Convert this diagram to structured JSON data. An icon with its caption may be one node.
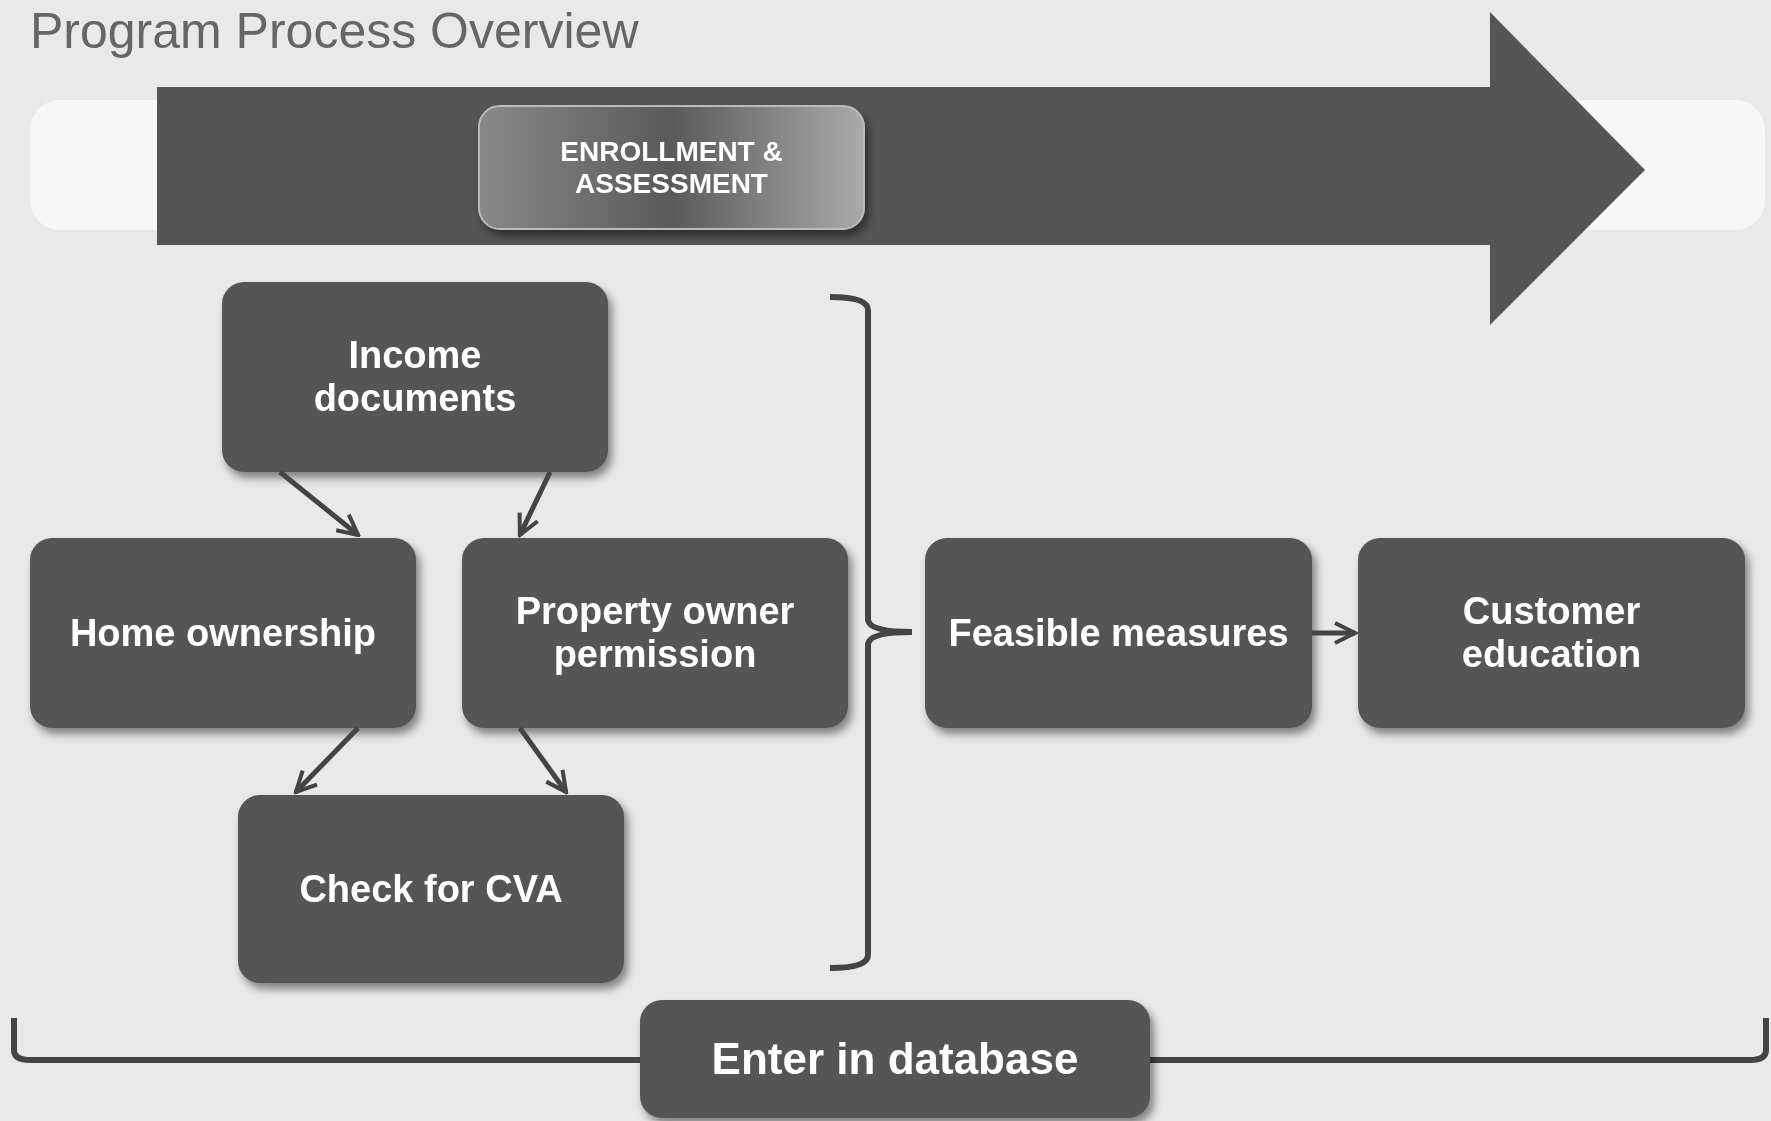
{
  "diagram": {
    "title": "Program Process Overview",
    "nodes": [
      {
        "text": [
          "ENROLLMENT & ASSESSMENT"
        ]
      },
      {
        "text": [
          "Income documents"
        ]
      },
      {
        "text": [
          "Home ownership"
        ]
      },
      {
        "text": [
          "Property owner permission"
        ]
      },
      {
        "text": [
          "Check for CVA"
        ]
      },
      {
        "text": [
          "Feasible measures"
        ]
      },
      {
        "text": [
          "Customer education"
        ]
      },
      {
        "text": [
          "Enter in database"
        ]
      }
    ],
    "edges": [
      {
        "from": 1,
        "to": 2,
        "arrow": "to"
      },
      {
        "from": 1,
        "to": 3,
        "arrow": "to"
      },
      {
        "from": 2,
        "to": 4,
        "arrow": "to"
      },
      {
        "from": 3,
        "to": 4,
        "arrow": "to"
      },
      {
        "from": 5,
        "to": 6,
        "arrow": "to"
      }
    ]
  }
}
